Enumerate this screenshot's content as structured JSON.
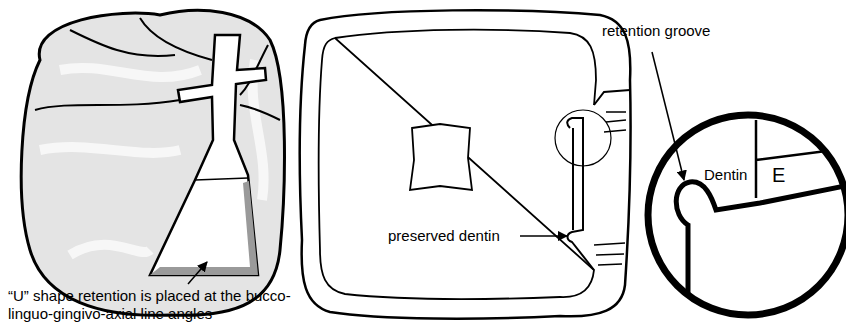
{
  "diagram": {
    "labels": [
      "retention groove",
      "Dentin",
      "E",
      "preserved dentin",
      "“U” shape retention is placed at the bucco-linguo-gingivo-axial line angles"
    ]
  }
}
